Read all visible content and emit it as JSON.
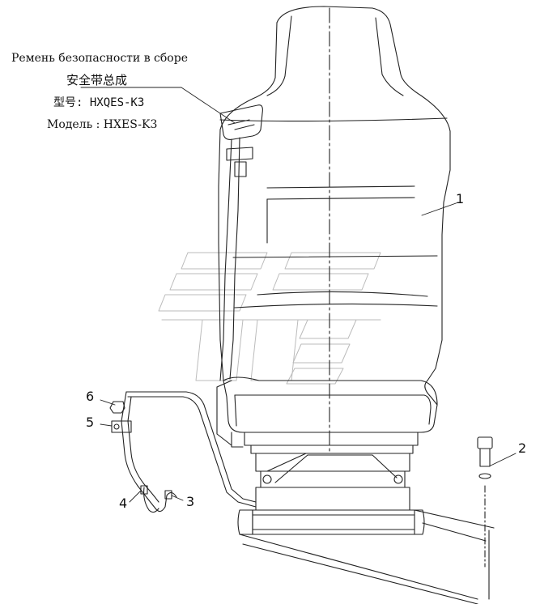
{
  "callout": {
    "line1": "Ремень безопасности в сборе",
    "line2": "安全带总成",
    "line3": "型号: HXQES-K3",
    "line4": "Модель : HXES-K3"
  },
  "parts": [
    {
      "id": "1",
      "label": "1"
    },
    {
      "id": "2",
      "label": "2"
    },
    {
      "id": "3",
      "label": "3"
    },
    {
      "id": "4",
      "label": "4"
    },
    {
      "id": "5",
      "label": "5"
    },
    {
      "id": "6",
      "label": "6"
    }
  ]
}
